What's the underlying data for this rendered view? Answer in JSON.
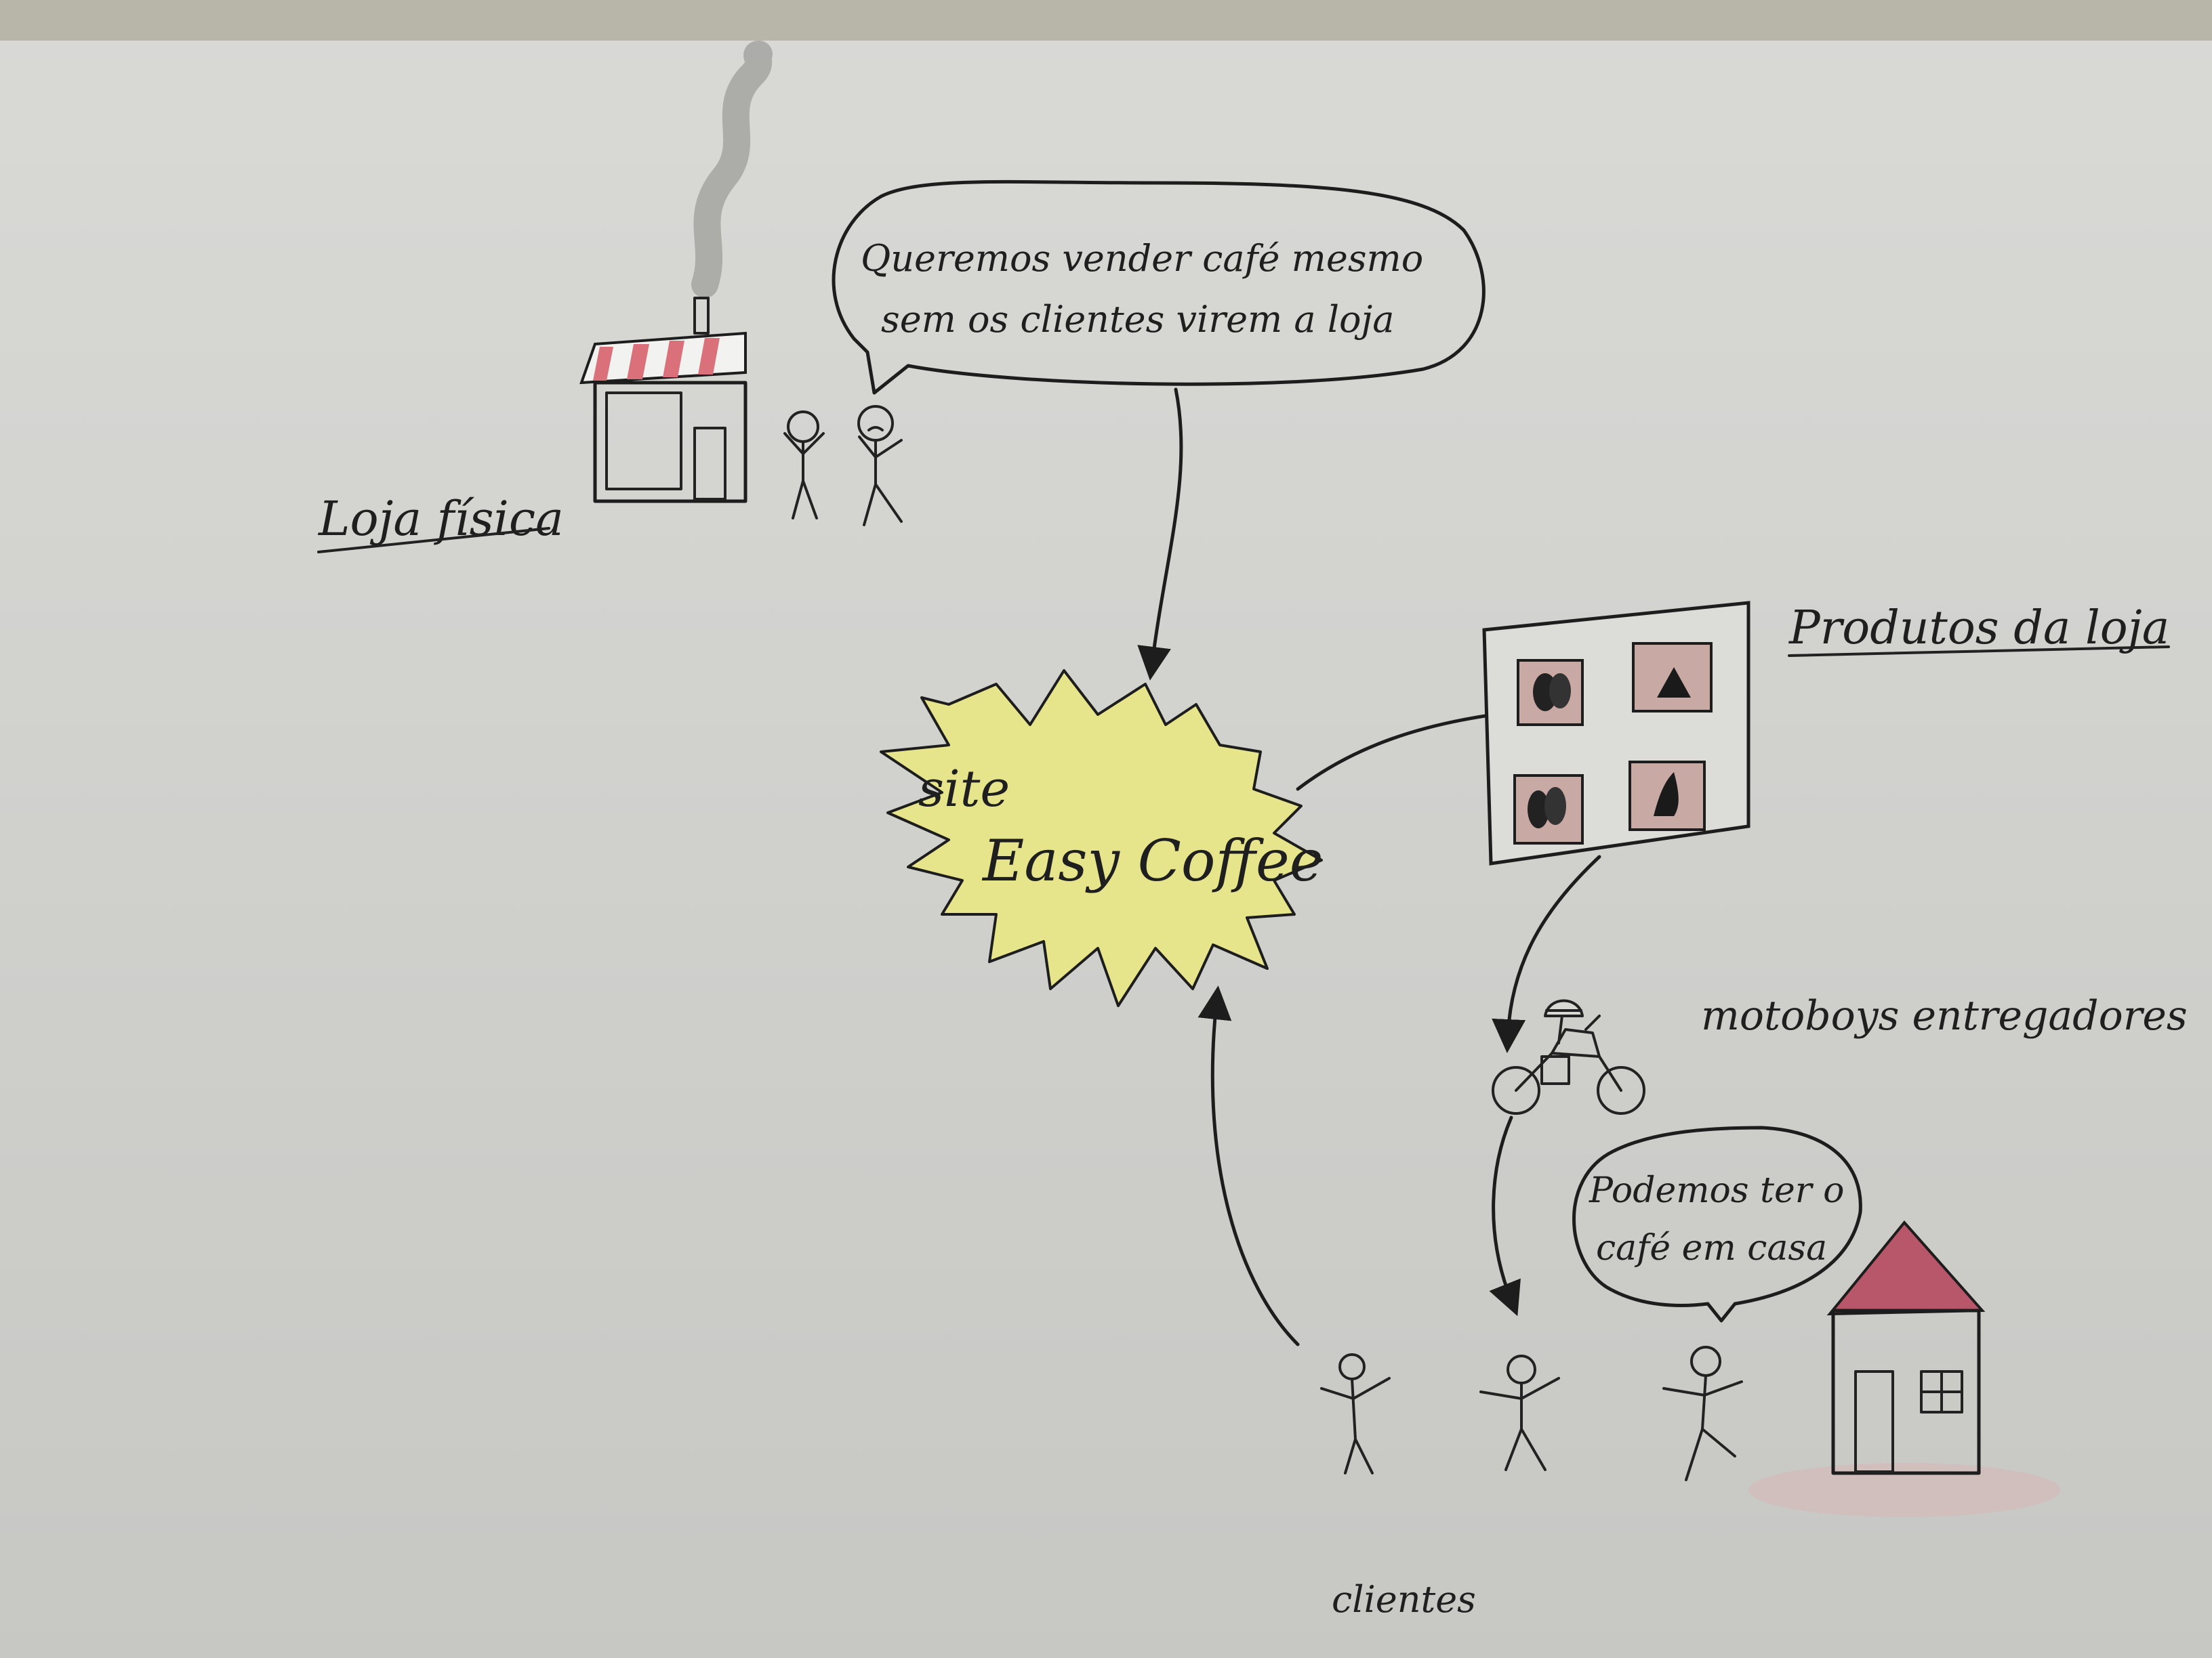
{
  "labels": {
    "loja_fisica": "Loja física",
    "speech_top_line1": "Queremos vender café mesmo",
    "speech_top_line2": "sem os clientes virem a loja",
    "site_line1": "site",
    "site_line2": "Easy Coffee",
    "produtos": "Produtos da loja",
    "motoboys": "motoboys entregadores",
    "speech_bottom_line1": "Podemos ter o",
    "speech_bottom_line2": "café em casa",
    "clientes": "clientes"
  },
  "colors": {
    "paper": "#d6d6d3",
    "ink": "#1d1d1d",
    "burst_fill": "#e6e58c",
    "awning_stripe": "#d9707a",
    "product_tile": "#c9a9a4",
    "roof": "#b9576a"
  }
}
